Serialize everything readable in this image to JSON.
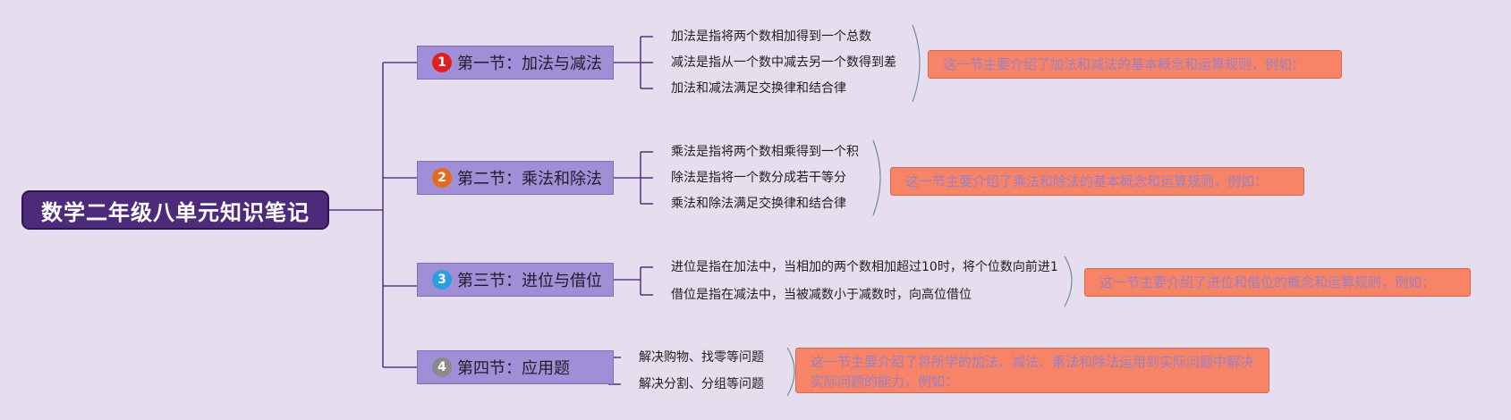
{
  "root": {
    "title": "数学二年级八单元知识笔记"
  },
  "sections": [
    {
      "badge": "1",
      "badge_color": "#e02020",
      "title": "第一节：加法与减法",
      "leaves": [
        "加法是指将两个数相加得到一个总数",
        "减法是指从一个数中减去另一个数得到差",
        "加法和减法满足交换律和结合律"
      ],
      "summary": "这一节主要介绍了加法和减法的基本概念和运算规则，例如："
    },
    {
      "badge": "2",
      "badge_color": "#e66a1e",
      "title": "第二节：乘法和除法",
      "leaves": [
        "乘法是指将两个数相乘得到一个积",
        "除法是指将一个数分成若干等分",
        "乘法和除法满足交换律和结合律"
      ],
      "summary": "这一节主要介绍了乘法和除法的基本概念和运算规则，例如："
    },
    {
      "badge": "3",
      "badge_color": "#2a9ee0",
      "title": "第三节：进位与借位",
      "leaves": [
        "进位是指在加法中，当相加的两个数相加超过10时，将个位数向前进1",
        "借位是指在减法中，当被减数小于减数时，向高位借位"
      ],
      "summary": "这一节主要介绍了进位和借位的概念和运算规则，例如："
    },
    {
      "badge": "4",
      "badge_color": "#8a8a8a",
      "title": "第四节：应用题",
      "leaves": [
        "解决购物、找零等问题",
        "解决分割、分组等问题"
      ],
      "summary": "这一节主要介绍了将所学的加法、减法、乘法和除法运用到实际问题中解决实际问题的能力，例如："
    }
  ]
}
